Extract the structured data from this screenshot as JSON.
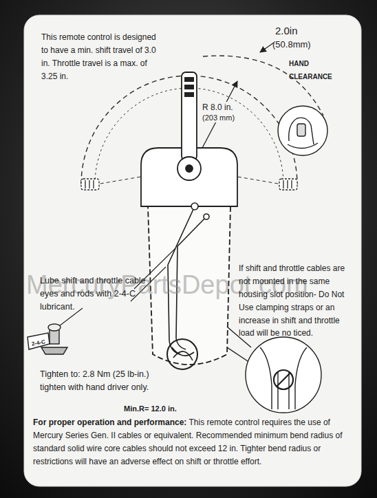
{
  "diagram": {
    "labels": [
      "This remote control is designed to have a min. shift travel of 3.0 in. Throttle travel is a max. of 3.25 in.",
      "2.0in",
      "(50.8mm)",
      "HAND CLEARANCE",
      "R 8.0 in.",
      "(203 mm)",
      "Lube shift and throttle cable eyes and rods with 2-4-C lubricant.",
      "2-4-C",
      "If shift and throttle cables are not mounted in the same housing slot position- Do Not Use clamping straps or an increase in shift and throttle load will be no ticed.",
      "Tighten to: 2.8 Nm (25 lb-in.) tighten with hand driver only.",
      "Min.R= 12.0 in.",
      "For proper operation and performance:",
      "This remote control requires the use of Mercury Series Gen. II cables or equivalent. Recommended minimum bend radius of standard solid wire core cables should not exceed 12 in. Tighter bend radius or restrictions will have an adverse effect on shift or throttle effort.",
      "MercuryPartsDepot.com"
    ]
  }
}
